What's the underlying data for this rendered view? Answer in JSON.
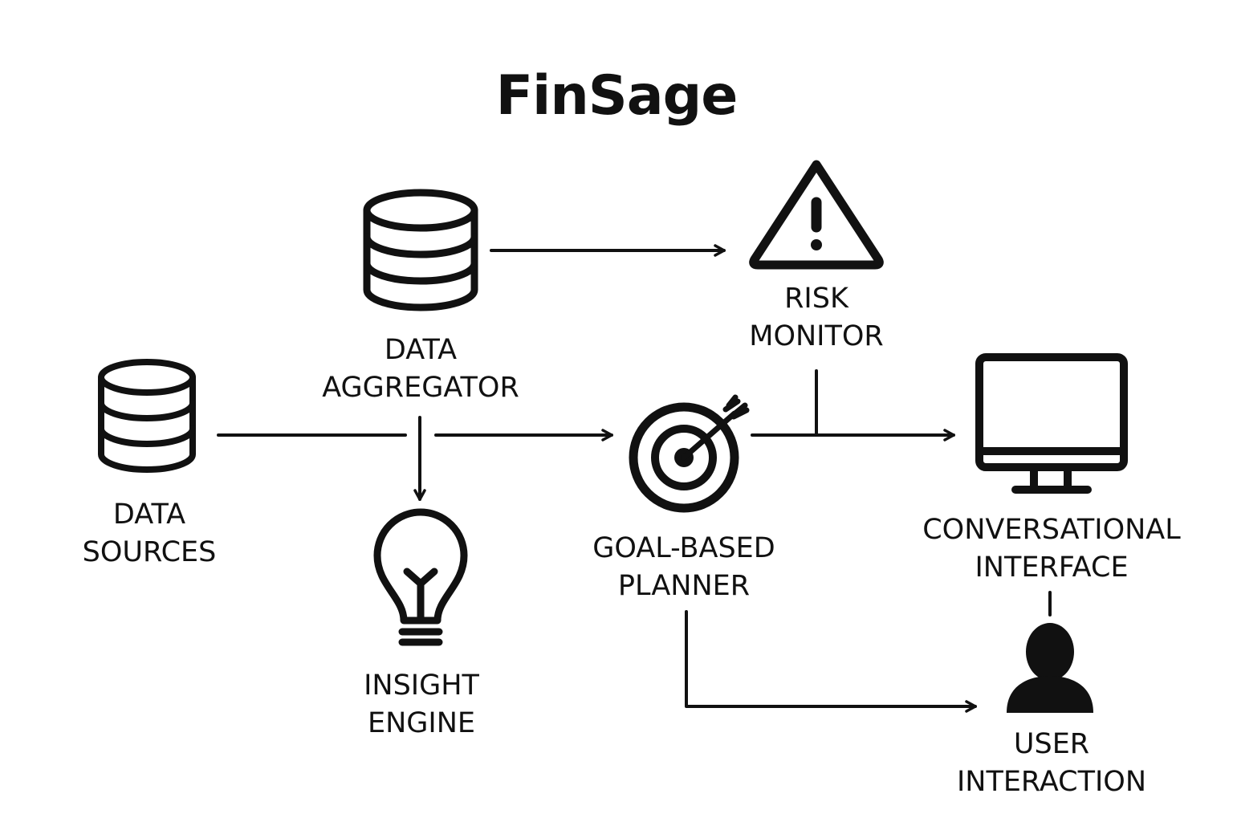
{
  "title": "FinSage",
  "nodes": {
    "data_sources": {
      "line1": "DATA",
      "line2": "SOURCES",
      "icon": "database-icon"
    },
    "data_aggregator": {
      "line1": "DATA",
      "line2": "AGGREGATOR",
      "icon": "database-icon"
    },
    "risk_monitor": {
      "line1": "RISK",
      "line2": "MONITOR",
      "icon": "warning-triangle-icon"
    },
    "insight_engine": {
      "line1": "INSIGHT",
      "line2": "ENGINE",
      "icon": "lightbulb-icon"
    },
    "goal_planner": {
      "line1": "GOAL-BASED",
      "line2": "PLANNER",
      "icon": "target-icon"
    },
    "conversational_interface": {
      "line1": "CONVERSATIONAL",
      "line2": "INTERFACE",
      "icon": "monitor-icon"
    },
    "user_interaction": {
      "line1": "USER",
      "line2": "INTERACTION",
      "icon": "user-icon"
    }
  },
  "colors": {
    "ink": "#111111",
    "background": "#ffffff"
  }
}
